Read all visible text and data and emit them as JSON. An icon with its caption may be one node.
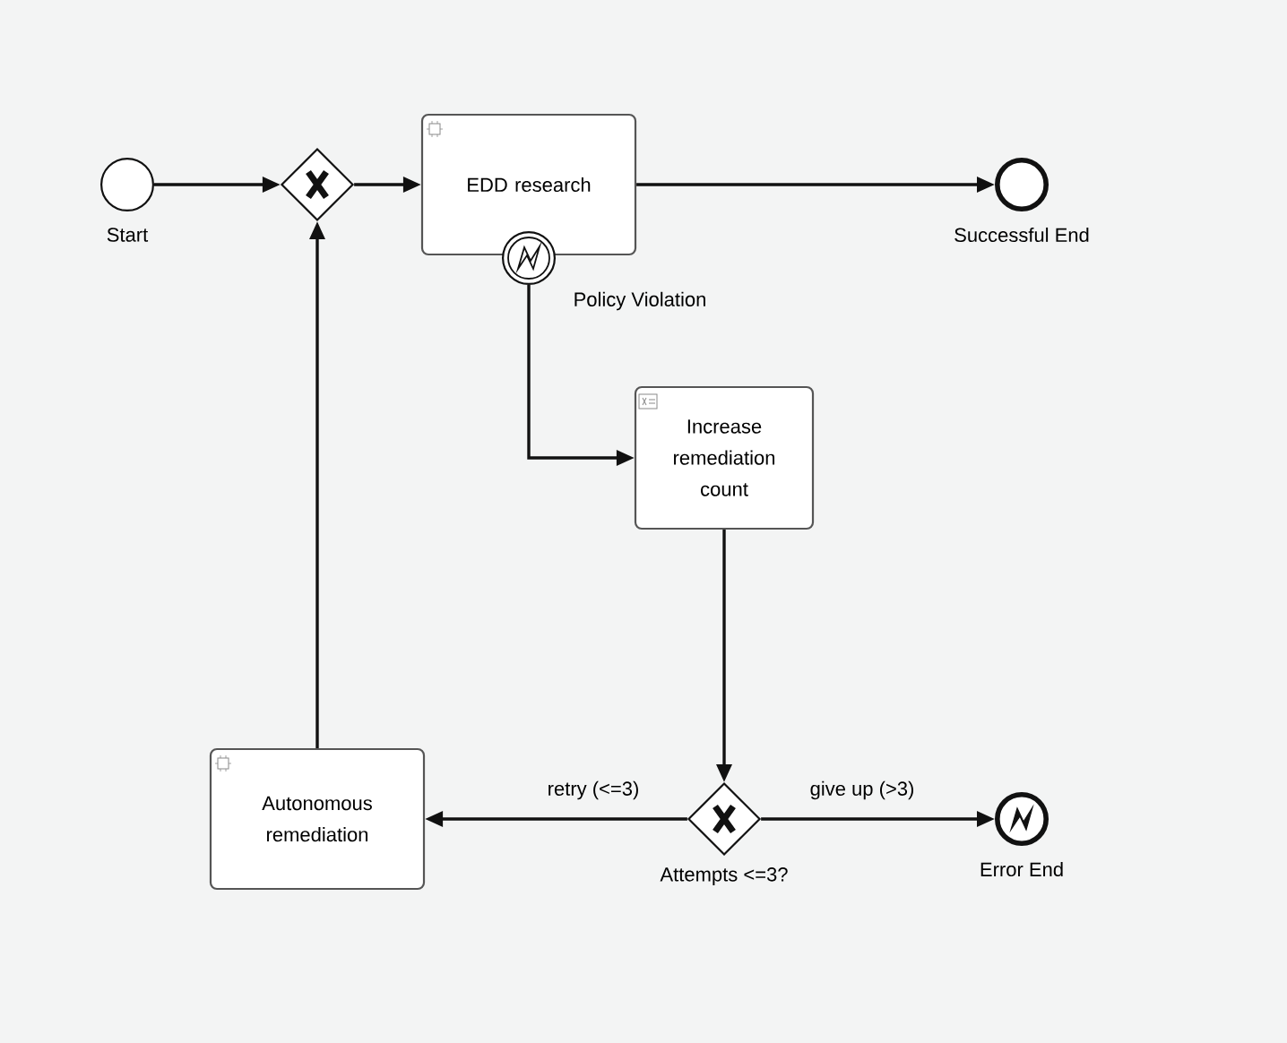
{
  "diagram": {
    "nodes": [
      {
        "text": [],
        "shape": "circle",
        "beside": [
          "Start"
        ]
      },
      {
        "text": [],
        "shape": "diamond"
      },
      {
        "text": [
          "EDD research"
        ]
      },
      {
        "text": [],
        "shape": "circle",
        "beside": [
          "Policy Violation"
        ]
      },
      {
        "text": [],
        "shape": "circle",
        "beside": [
          "Successful End"
        ]
      },
      {
        "text": [
          "Increase remediation count"
        ]
      },
      {
        "text": [
          "Autonomous remediation"
        ]
      },
      {
        "text": [],
        "shape": "diamond",
        "beside": [
          "Attempts <=3?"
        ]
      },
      {
        "text": [],
        "shape": "circle",
        "beside": [
          "Error End"
        ]
      }
    ],
    "edges": [
      {
        "from": 0,
        "to": 1,
        "arrow": "to"
      },
      {
        "from": 1,
        "to": 2,
        "arrow": "to"
      },
      {
        "from": 2,
        "to": 4,
        "arrow": "to"
      },
      {
        "from": 3,
        "to": 5,
        "arrow": "to"
      },
      {
        "from": 5,
        "to": 7,
        "arrow": "to"
      },
      {
        "from": 7,
        "to": 6,
        "arrow": "to",
        "label": "retry (<=3)"
      },
      {
        "from": 7,
        "to": 8,
        "arrow": "to",
        "label": "give up (>3)"
      },
      {
        "from": 6,
        "to": 1,
        "arrow": "to"
      }
    ]
  }
}
